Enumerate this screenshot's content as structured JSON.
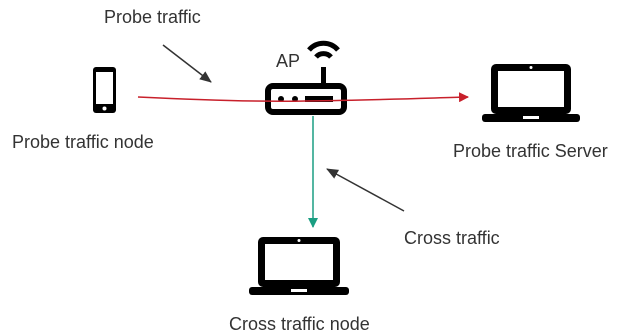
{
  "labels": {
    "probe_traffic": "Probe traffic",
    "ap": "AP",
    "probe_traffic_node": "Probe traffic node",
    "probe_traffic_server": "Probe traffic Server",
    "cross_traffic": "Cross traffic",
    "cross_traffic_node": "Cross traffic node"
  },
  "colors": {
    "probe_flow": "#c8202b",
    "cross_flow": "#1a9e82",
    "device": "#000000",
    "annotation_arrow": "#333333",
    "text": "#333333"
  },
  "icons": {
    "probe_node": "smartphone-icon",
    "access_point": "wifi-router-icon",
    "probe_server": "laptop-icon",
    "cross_node": "laptop-icon"
  }
}
